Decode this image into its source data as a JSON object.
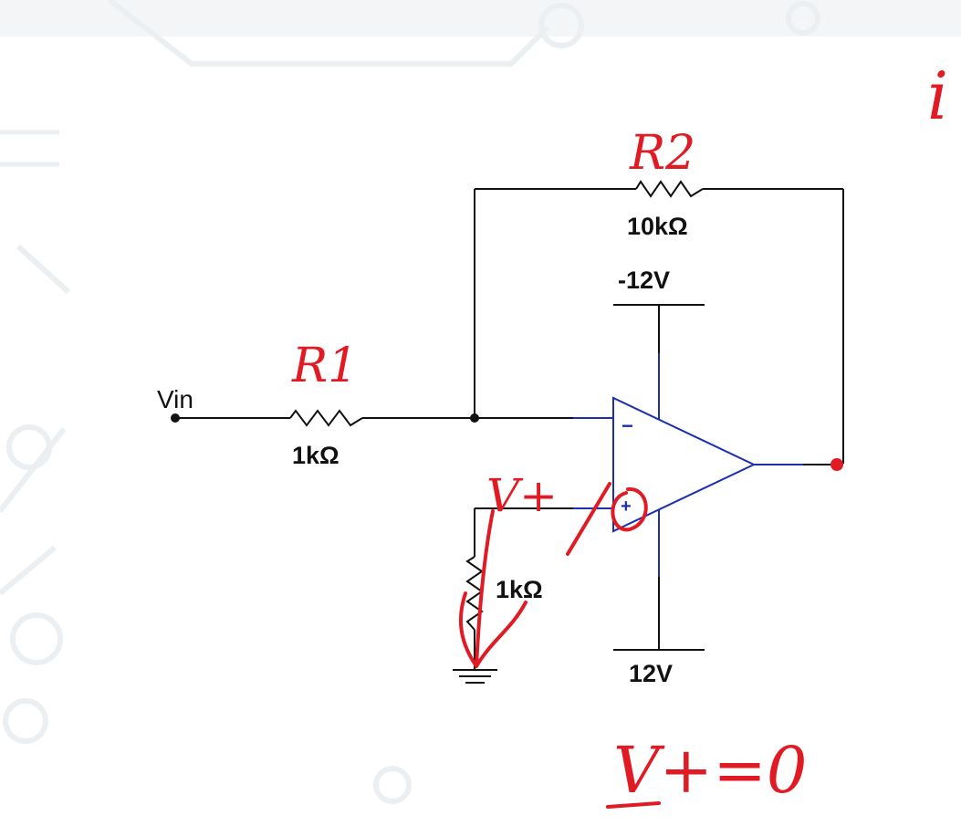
{
  "colors": {
    "wire": "#111111",
    "opamp": "#1c2fb0",
    "ink": "#e01b24",
    "background_pattern": "#eceff2"
  },
  "labels": {
    "vin": "Vin",
    "r1_value": "1kΩ",
    "r2_value": "10kΩ",
    "r3_value": "1kΩ",
    "neg_supply": "-12V",
    "pos_supply": "12V",
    "minus_sign": "−",
    "plus_sign": "+"
  },
  "annotations": {
    "r1": "R1",
    "r2": "R2",
    "vplus": "V+",
    "vplus_eq": "V+=0",
    "edge_glyph": "i"
  }
}
